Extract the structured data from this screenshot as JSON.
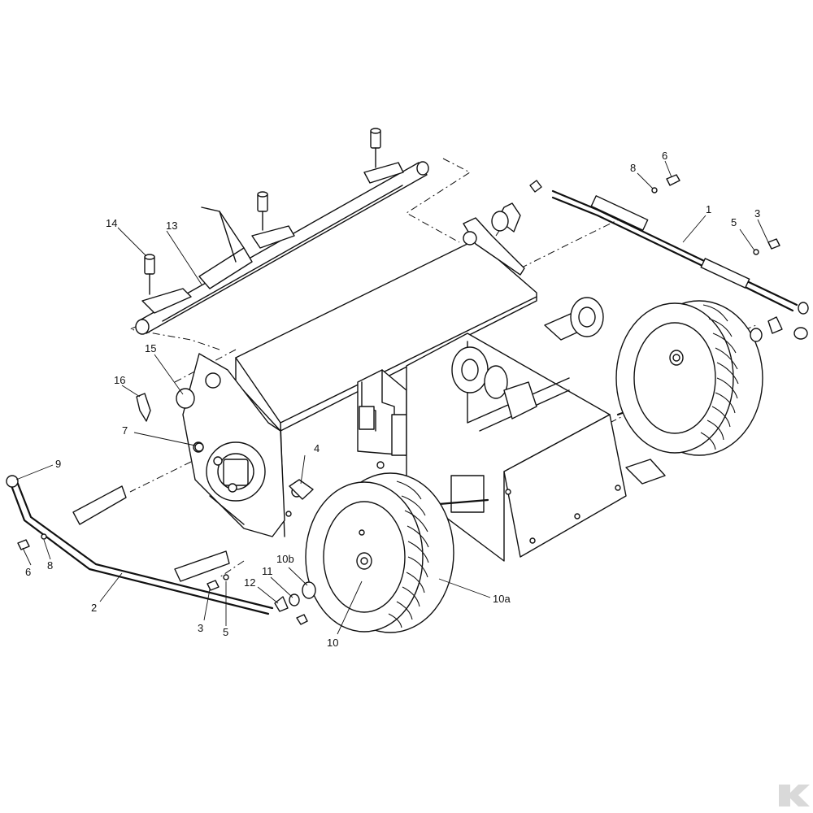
{
  "callouts": [
    {
      "id": "c1",
      "text": "1"
    },
    {
      "id": "c2",
      "text": "2"
    },
    {
      "id": "c3a",
      "text": "3"
    },
    {
      "id": "c3b",
      "text": "3"
    },
    {
      "id": "c4",
      "text": "4"
    },
    {
      "id": "c5a",
      "text": "5"
    },
    {
      "id": "c5b",
      "text": "5"
    },
    {
      "id": "c6a",
      "text": "6"
    },
    {
      "id": "c6b",
      "text": "6"
    },
    {
      "id": "c7",
      "text": "7"
    },
    {
      "id": "c8a",
      "text": "8"
    },
    {
      "id": "c8b",
      "text": "8"
    },
    {
      "id": "c9",
      "text": "9"
    },
    {
      "id": "c10",
      "text": "10"
    },
    {
      "id": "c10a",
      "text": "10a"
    },
    {
      "id": "c10b",
      "text": "10b"
    },
    {
      "id": "c11",
      "text": "11"
    },
    {
      "id": "c12",
      "text": "12"
    },
    {
      "id": "c13",
      "text": "13"
    },
    {
      "id": "c14",
      "text": "14"
    },
    {
      "id": "c15",
      "text": "15"
    },
    {
      "id": "c16",
      "text": "16"
    }
  ],
  "logo": {
    "icon": "brand-logo-icon",
    "color": "#d9d9d9"
  },
  "line_color": "#111111",
  "background": "#ffffff"
}
